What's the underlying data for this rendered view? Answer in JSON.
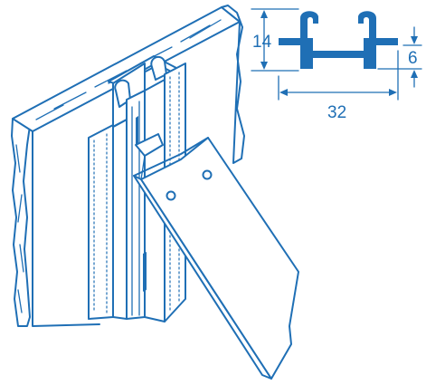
{
  "dimensions": {
    "height_total": "14",
    "height_lower": "6",
    "width": "32"
  },
  "colors": {
    "line": "#1f6fb5",
    "background": "#ffffff"
  }
}
